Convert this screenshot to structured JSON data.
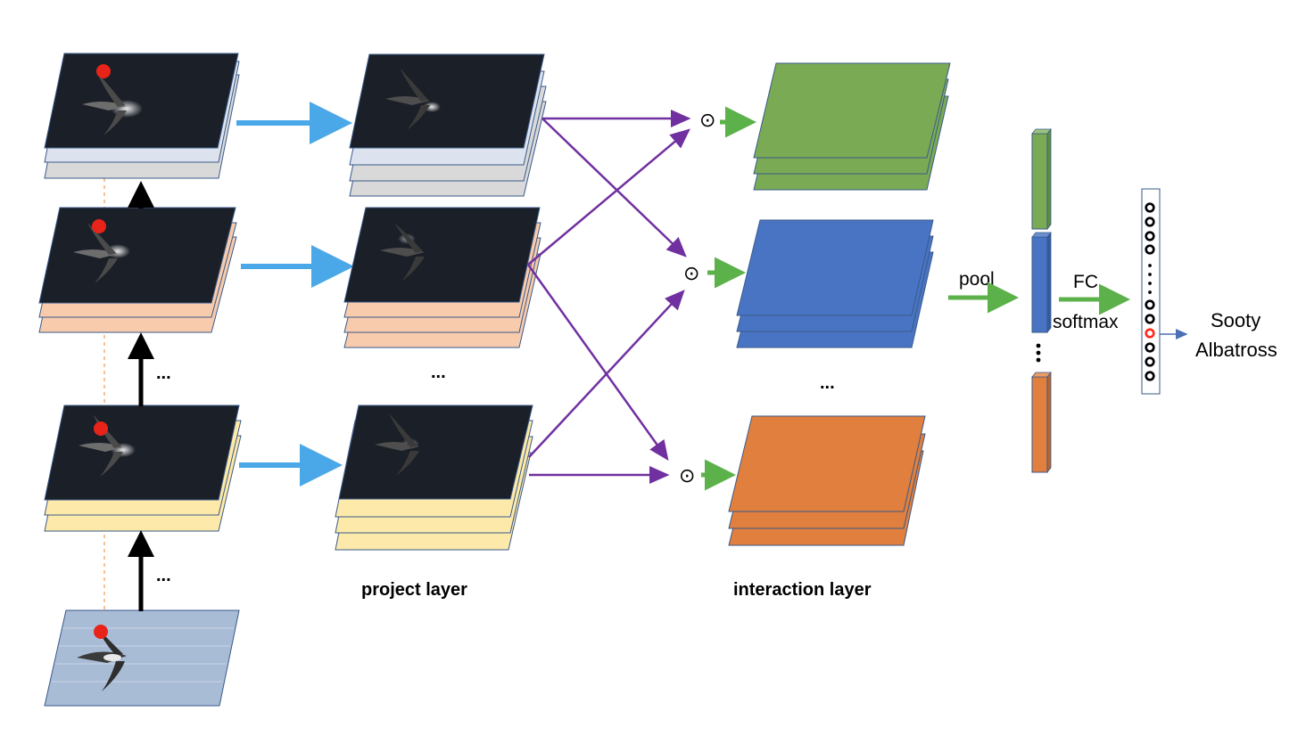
{
  "labels": {
    "project_layer": "project layer",
    "interaction_layer": "interaction layer",
    "pool": "pool",
    "fc": "FC",
    "softmax": "softmax",
    "output_line1": "Sooty",
    "output_line2": "Albatross",
    "ellipsis": "...",
    "odot": "⊙"
  },
  "colors": {
    "dark_map": "#1b1f27",
    "gray_layer": "#d9d9d9",
    "lavender_layer": "#dde3ee",
    "peach_layer": "#f8cbad",
    "yellow_layer": "#fde9a9",
    "green": "#7aab54",
    "blue": "#4874c3",
    "orange": "#e07f3e",
    "light_blue_arrow": "#4aa8e8",
    "purple_arrow": "#7030a0",
    "green_arrow": "#5cb14a",
    "sea": "#a9bcd6",
    "dashed_orange": "#f0a060",
    "selected_neuron": "#ff2a1a"
  },
  "icons": {
    "bird": "bird-image",
    "marker": "red-dot-marker"
  }
}
